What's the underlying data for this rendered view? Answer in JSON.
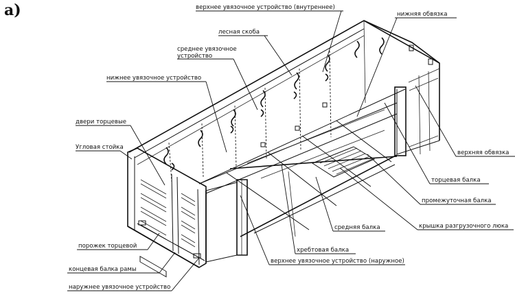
{
  "figure_label": "а)",
  "labels": {
    "upper_lashing_inner": "верхнее увязочное устройство (внутреннее)",
    "lower_strapping": "нижняя обвязка",
    "timber_bracket": "лесная скоба",
    "middle_lashing": "среднее увязочное устройство",
    "lower_lashing": "нижнее увязочное устройство",
    "end_doors": "двери торцевые",
    "corner_post": "Угловая стойка",
    "upper_strapping": "верхняя обвязка",
    "end_beam": "торцевая балка",
    "intermediate_beam": "промежуточная балка",
    "unloading_hatch_cover": "крышка разгрузочного люка",
    "middle_beam": "средняя балка",
    "center_sill": "хребтовая балка",
    "end_threshold": "порожек торцевой",
    "frame_end_beam": "концевая балка рамы",
    "outer_lashing_bottom": "наружнее увязочное устройство",
    "upper_lashing_outer": "верхнее увязочное устройство (наружное)"
  }
}
